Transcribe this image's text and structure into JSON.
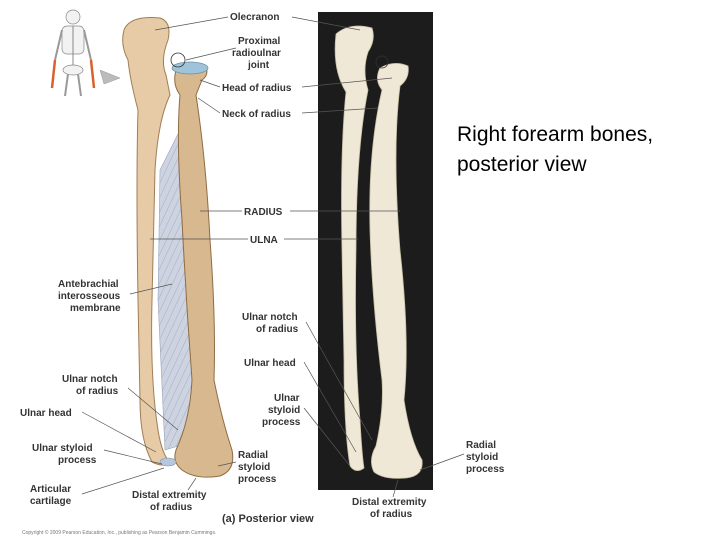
{
  "caption": {
    "line1": "Right forearm bones,",
    "line2": "posterior view"
  },
  "figure": {
    "panel_label": "(a) Posterior view",
    "copyright": "Copyright © 2009 Pearson Education, Inc., publishing as Pearson Benjamin Cummings.",
    "labels": {
      "olecranon": "Olecranon",
      "proximal_joint_1": "Proximal",
      "proximal_joint_2": "radioulnar",
      "proximal_joint_3": "joint",
      "head_of_radius": "Head of radius",
      "neck_of_radius": "Neck of radius",
      "radius": "RADIUS",
      "ulna": "ULNA",
      "membrane_1": "Antebrachial",
      "membrane_2": "interosseous",
      "membrane_3": "membrane",
      "ulnar_notch_left_1": "Ulnar notch",
      "ulnar_notch_left_2": "of radius",
      "ulnar_head_left": "Ulnar head",
      "ulnar_styloid_left_1": "Ulnar styloid",
      "ulnar_styloid_left_2": "process",
      "articular_1": "Articular",
      "articular_2": "cartilage",
      "distal_left_1": "Distal extremity",
      "distal_left_2": "of radius",
      "radial_styloid_mid_1": "Radial",
      "radial_styloid_mid_2": "styloid",
      "radial_styloid_mid_3": "process",
      "ulnar_notch_mid_1": "Ulnar notch",
      "ulnar_notch_mid_2": "of radius",
      "ulnar_head_mid": "Ulnar head",
      "ulnar_styloid_mid_1": "Ulnar",
      "ulnar_styloid_mid_2": "styloid",
      "ulnar_styloid_mid_3": "process",
      "radial_styloid_right_1": "Radial",
      "radial_styloid_right_2": "styloid",
      "radial_styloid_right_3": "process",
      "distal_right_1": "Distal extremity",
      "distal_right_2": "of radius"
    }
  },
  "colors": {
    "photo_background": "#1c1c1c",
    "bone": "#e6cba6",
    "membrane": "#c9cfdc"
  }
}
